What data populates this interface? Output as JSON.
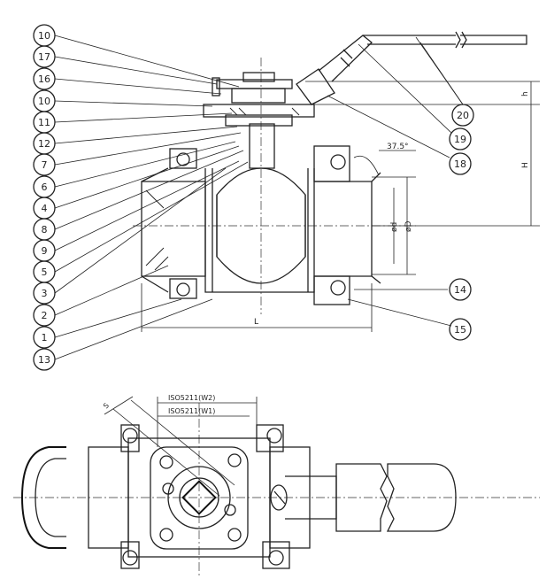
{
  "callouts_left": [
    "10",
    "17",
    "16",
    "10",
    "11",
    "12",
    "7",
    "6",
    "4",
    "8",
    "9",
    "5",
    "3",
    "2",
    "1",
    "13"
  ],
  "callouts_right": {
    "item_20": "20",
    "item_19": "19",
    "item_18": "18",
    "item_14": "14",
    "item_15": "15"
  },
  "dimensions": {
    "angle": "37.5°",
    "h": "h",
    "H": "H",
    "small_d": "ød",
    "large_D": "øD",
    "L": "L",
    "wrench": "S",
    "iso_w2": "ISO5211(W2)",
    "iso_w1": "ISO5211(W1)"
  },
  "colors": {
    "line": "#222222",
    "background": "#ffffff"
  }
}
